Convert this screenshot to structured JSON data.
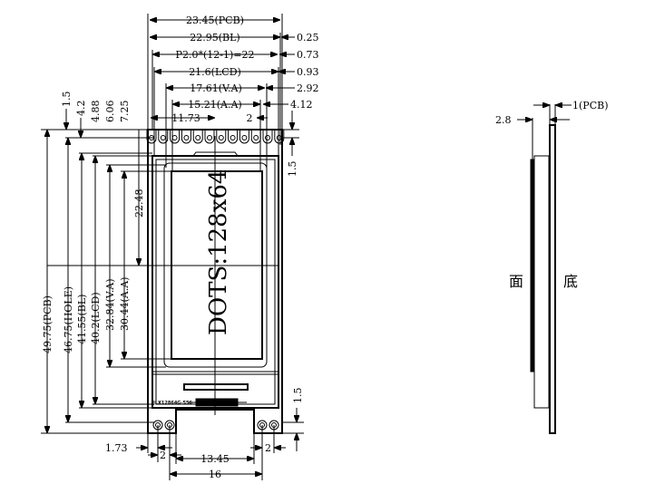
{
  "top_dims": {
    "pcb": "23.45(PCB)",
    "bl": "22.95(BL)",
    "pitch": "P2.0*(12-1)=22",
    "lcd": "21.6(LCD)",
    "va": "17.61(V.A)",
    "aa": "15.21(A.A)",
    "pin_offset": "11.73",
    "pin_pitch": "2",
    "r1": "0.25",
    "r2": "0.73",
    "r3": "0.93",
    "r4": "2.92",
    "r5": "4.12"
  },
  "left_dims": {
    "pcb": "49.75(PCB)",
    "hole": "46.75(HOLE)",
    "bl": "41.55(BL)",
    "lcd": "40.2(LCD)",
    "va": "32.84(V.A)",
    "aa": "30.44(A.A)",
    "center": "22.48",
    "t1": "1.5",
    "t2": "4.2",
    "t3": "4.88",
    "t4": "6.06",
    "t5": "7.25"
  },
  "right_dims": {
    "top": "1.5",
    "bottom": "1.5"
  },
  "bottom_dims": {
    "left": "1.73",
    "pitch_left": "2",
    "inner": "13.45",
    "outer": "16",
    "pitch_right": "2"
  },
  "display_text": "DOTS:128x64",
  "model_label": "JLX12864G-556",
  "side_view": {
    "pcb_thickness": "1(PCB)",
    "total_thickness": "2.8",
    "front_label": "面",
    "back_label": "底"
  }
}
